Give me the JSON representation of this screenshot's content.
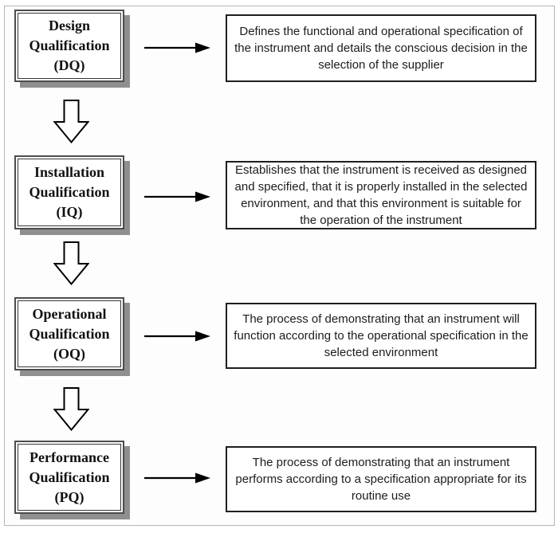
{
  "diagram": {
    "stages": [
      {
        "name": "Design Qualification",
        "abbr": "(DQ)",
        "description": "Defines the functional and operational specification of the instrument and details the conscious decision in the selection of the supplier"
      },
      {
        "name": "Installation Qualification",
        "abbr": "(IQ)",
        "description": "Establishes that the instrument is received as designed and specified, that it is properly installed in the selected environment, and that this environment is suitable for the operation of the instrument"
      },
      {
        "name": "Operational Qualification",
        "abbr": "(OQ)",
        "description": "The process of demonstrating that an instrument will function according to the operational specification in the selected environment"
      },
      {
        "name": "Performance Qualification",
        "abbr": "(PQ)",
        "description": "The process of demonstrating that an instrument performs according to a specification appropriate for its routine use"
      }
    ],
    "colors": {
      "stage_box_border": "#3d3d3d",
      "stage_box_fill": "#ffffff",
      "stage_box_shadow": "#8f8f8f",
      "description_box_border": "#1f1f1f",
      "arrow": "#000000",
      "frame_border": "#b5b5b5",
      "background": "#fdfdfd"
    }
  }
}
